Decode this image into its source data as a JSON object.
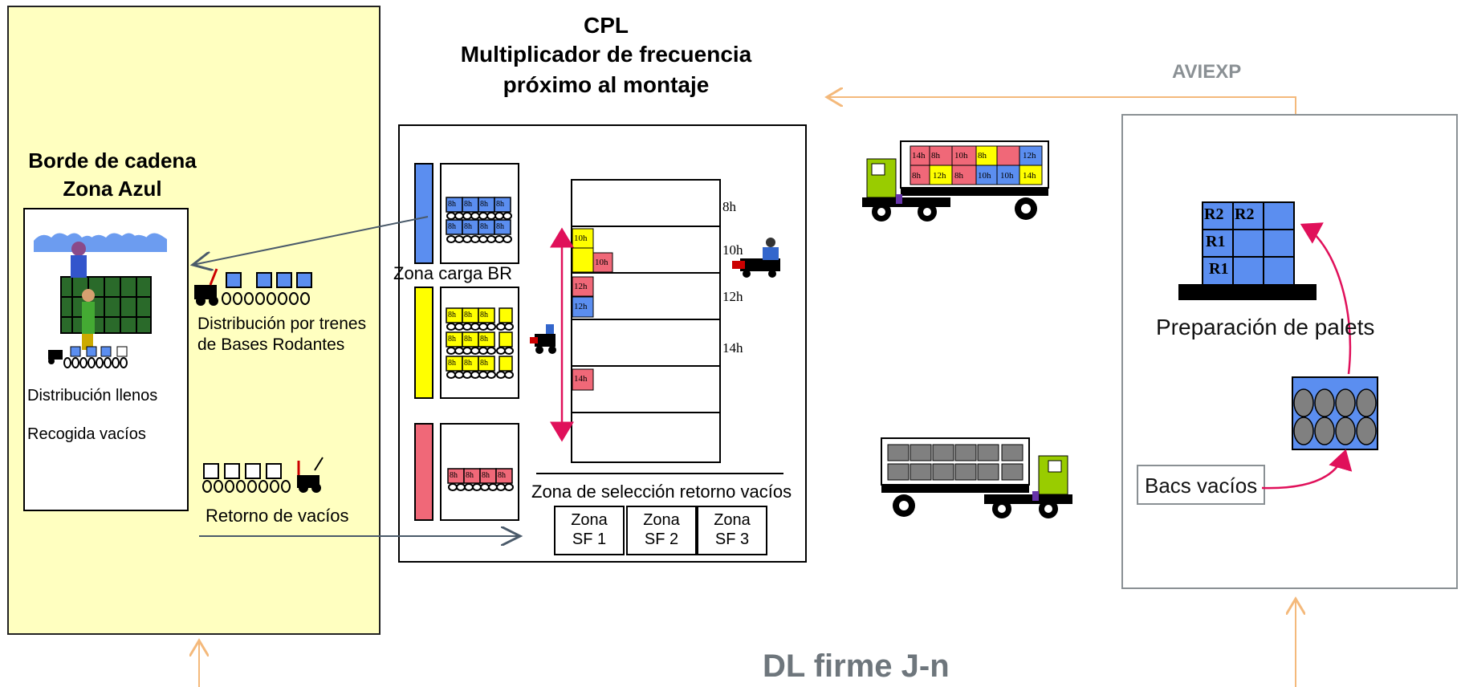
{
  "cpl": {
    "title_line1": "CPL",
    "title_line2": "Multiplicador de frecuencia",
    "title_line3": "próximo al montaje",
    "zona_carga": "Zona carga BR",
    "zona_seleccion": "Zona de selección retorno vacíos",
    "zonas_sf": [
      {
        "line1": "Zona",
        "line2": "SF 1"
      },
      {
        "line1": "Zona",
        "line2": "SF 2"
      },
      {
        "line1": "Zona",
        "line2": "SF 3"
      }
    ],
    "rack_hours": [
      "8h",
      "10h",
      "12h",
      "14h"
    ],
    "slot_tags": [
      "10h",
      "10h",
      "12h",
      "12h",
      "14h"
    ]
  },
  "borde": {
    "title_line1": "Borde de cadena",
    "title_line2": "Zona Azul",
    "distribucion_llenos": "Distribución llenos",
    "recogida_vacios": "Recogida vacíos",
    "distribucion_trenes_line1": "Distribución por trenes",
    "distribucion_trenes_line2": "de Bases Rodantes",
    "retorno_vacios": "Retorno de vacíos"
  },
  "supplier": {
    "aviexp": "AVIEXP",
    "preparacion": "Preparación de palets",
    "bacs_vacios": "Bacs vacíos",
    "pallet_labels": [
      "R2",
      "R2",
      "R1",
      "R1"
    ]
  },
  "truck_top_labels_row1": [
    "14h",
    "8h",
    "10h",
    "8h",
    "",
    "12h"
  ],
  "truck_top_labels_row2": [
    "8h",
    "12h",
    "8h",
    "10h",
    "10h",
    "14h"
  ],
  "small_box_label": "8h",
  "footer": "DL firme J-n",
  "colors": {
    "yellow_zone": "#ffffc0",
    "blue": "#5b8ef0",
    "yellow": "#ffff00",
    "pink": "#f06878",
    "orange_arrow": "#f4b97b",
    "red_arrow": "#e0105a",
    "gray_text": "#8a9094",
    "truck_green": "#99cc00"
  }
}
